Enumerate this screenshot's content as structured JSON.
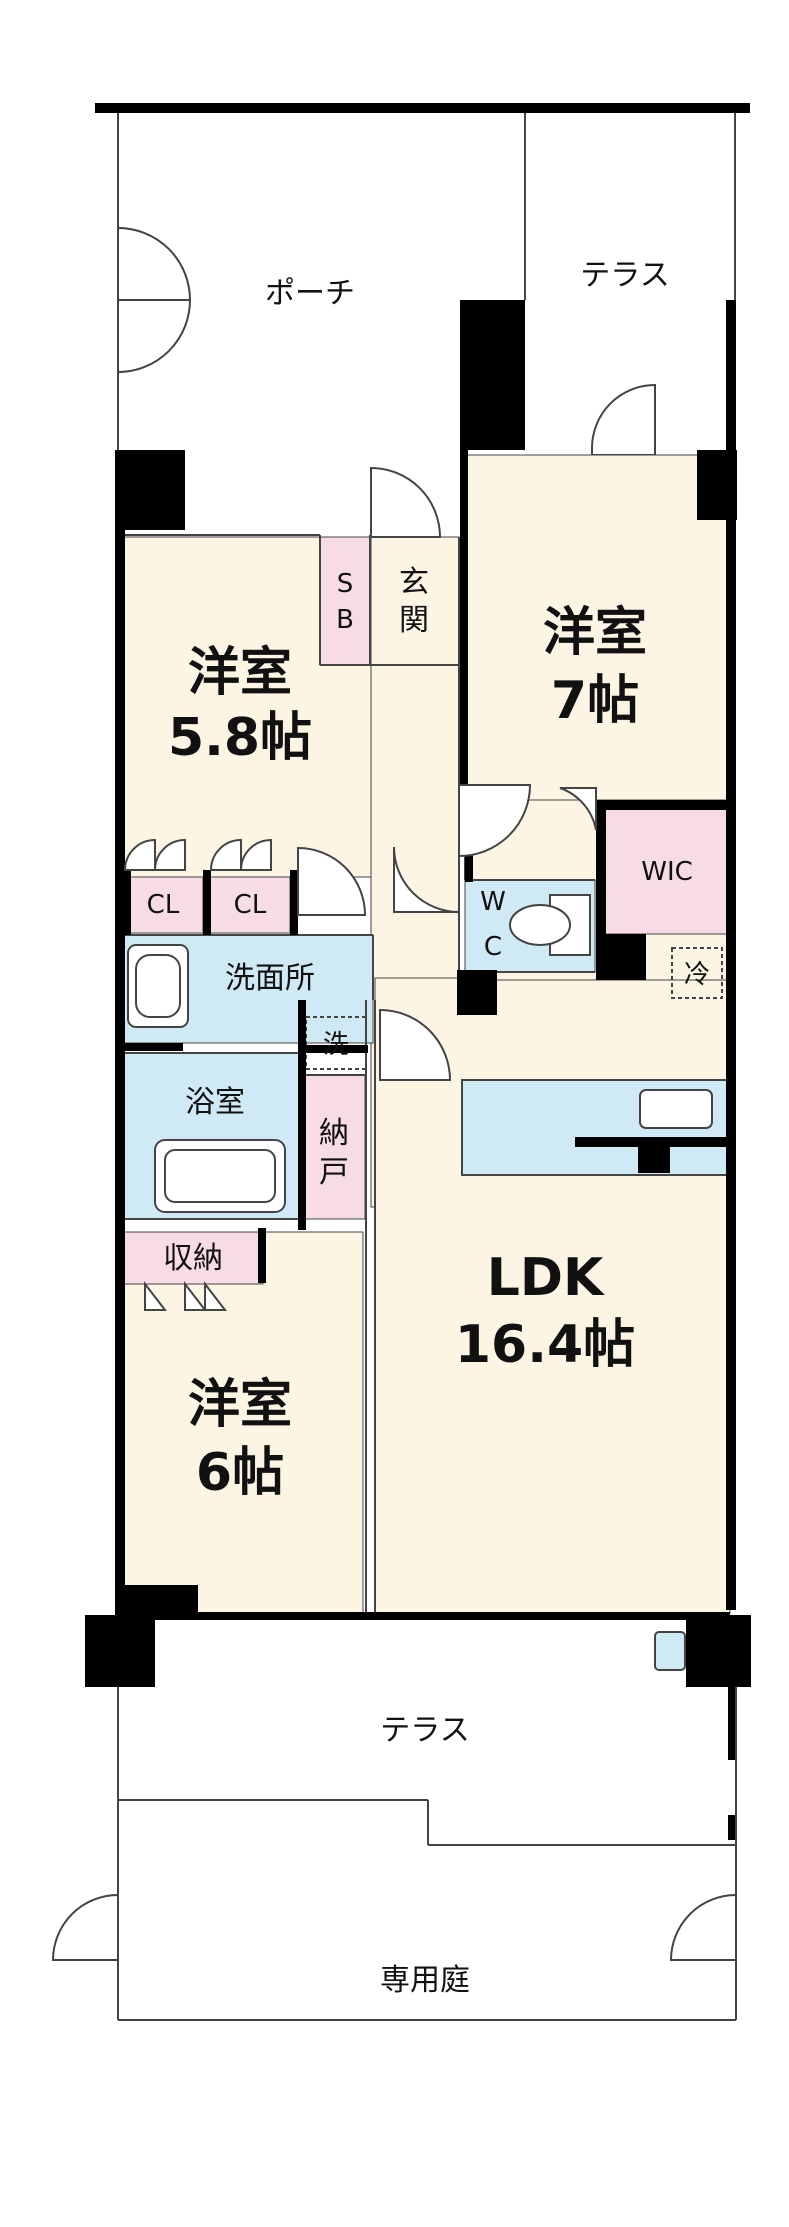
{
  "colors": {
    "room": "#fdf5e4",
    "wet": "#cfe9f5",
    "storage": "#f7dce6",
    "wall": "#000000",
    "outdoor": "#ffffff"
  },
  "labels": {
    "porch": "ポーチ",
    "terrace_top": "テラス",
    "western_58": [
      "洋室",
      "5.8帖"
    ],
    "western_7": [
      "洋室",
      "7帖"
    ],
    "western_6": [
      "洋室",
      "6帖"
    ],
    "sb": [
      "S",
      "B"
    ],
    "entrance": [
      "玄",
      "関"
    ],
    "cl1": "CL",
    "cl2": "CL",
    "wic": "WIC",
    "wc": [
      "W",
      "C"
    ],
    "washroom": "洗面所",
    "washer": "洗",
    "fridge": "冷",
    "bath": "浴室",
    "closet_nando": [
      "納",
      "戸"
    ],
    "storage": "収納",
    "ldk": [
      "LDK",
      "16.4帖"
    ],
    "terrace_bottom": "テラス",
    "garden": "専用庭"
  }
}
